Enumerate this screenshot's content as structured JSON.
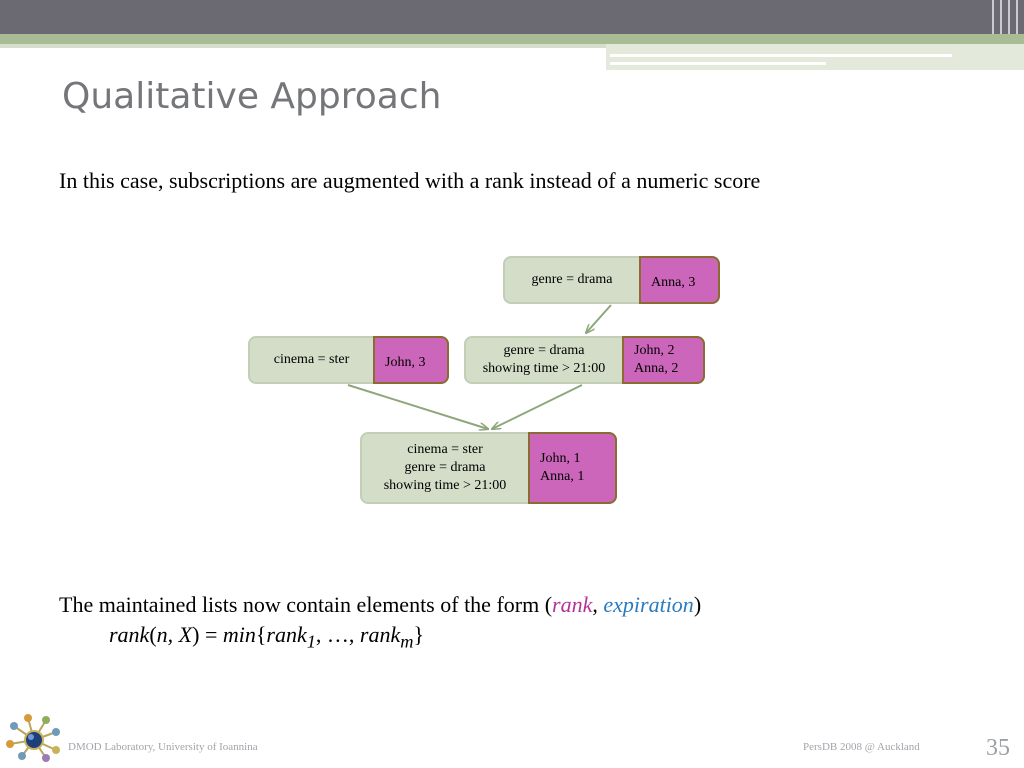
{
  "slide": {
    "title": "Qualitative Approach",
    "intro": "In this case, subscriptions are augmented with a rank instead of a numeric score",
    "lists_text": "The maintained lists now contain elements of the form (",
    "rank_word": "rank",
    "comma": ", ",
    "expiration_word": "expiration",
    "close_paren": ")",
    "page_number": "35"
  },
  "diagram": {
    "nodes": [
      {
        "id": "drama",
        "conditions": [
          "genre = drama"
        ],
        "ranks": [
          "Anna, 3"
        ]
      },
      {
        "id": "cinema",
        "conditions": [
          "cinema = ster"
        ],
        "ranks": [
          "John, 3"
        ]
      },
      {
        "id": "drama-time",
        "conditions": [
          "genre = drama",
          "showing time > 21:00"
        ],
        "ranks": [
          "John, 2",
          "Anna, 2"
        ]
      },
      {
        "id": "combined",
        "conditions": [
          "cinema = ster",
          "genre = drama",
          "showing time > 21:00"
        ],
        "ranks": [
          "John, 1",
          "Anna, 1"
        ]
      }
    ]
  },
  "formula": {
    "lhs_fn": "rank",
    "lhs_args": "n, X",
    "equals": " = ",
    "min_fn": "min",
    "term": "rank",
    "sub_first": "1",
    "middle": ", …, ",
    "sub_last": "m"
  },
  "footer": {
    "left": "DMOD Laboratory, University of Ioannina",
    "right": "PersDB 2008 @ Auckland"
  },
  "colors": {
    "title": "#75767a",
    "box_fill": "#d3ddc8",
    "rank_fill": "#cc66bb",
    "rank_border": "#8c6a33",
    "arrow": "#8ea77a",
    "rank_keyword": "#b3339a",
    "expiration_keyword": "#2a7bbf"
  }
}
